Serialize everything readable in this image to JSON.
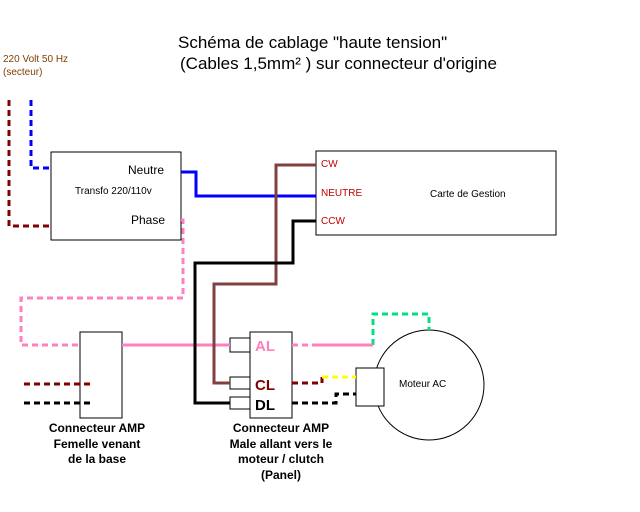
{
  "title": {
    "line1": "Schéma de cablage \"haute tension\"",
    "line2": "(Cables 1,5mm² )   sur connecteur d'origine"
  },
  "source": {
    "line1": "220 Volt 50 Hz",
    "line2": "(secteur)"
  },
  "transfo": {
    "neutre": "Neutre",
    "name": "Transfo 220/110v",
    "phase": "Phase"
  },
  "carte": {
    "cw": "CW",
    "neutre": "NEUTRE",
    "ccw": "CCW",
    "name": "Carte de Gestion"
  },
  "moteur": {
    "name": "Moteur AC"
  },
  "male_connector": {
    "al": "AL",
    "cl": "CL",
    "dl": "DL",
    "caption": [
      "Connecteur AMP",
      "Male allant vers le",
      "moteur / clutch",
      "(Panel)"
    ]
  },
  "female_connector": {
    "caption": [
      "Connecteur AMP",
      "Femelle venant",
      "de la base"
    ]
  },
  "colors": {
    "neutral_blue": "#0000ff",
    "phase_pink": "#ff80c0",
    "brown_cw": "#804040",
    "darkred": "#800000",
    "black": "#000000",
    "yellow": "#ffff00",
    "green": "#00e080",
    "pin_label_red": "#c00000",
    "source_label": "#804000"
  }
}
